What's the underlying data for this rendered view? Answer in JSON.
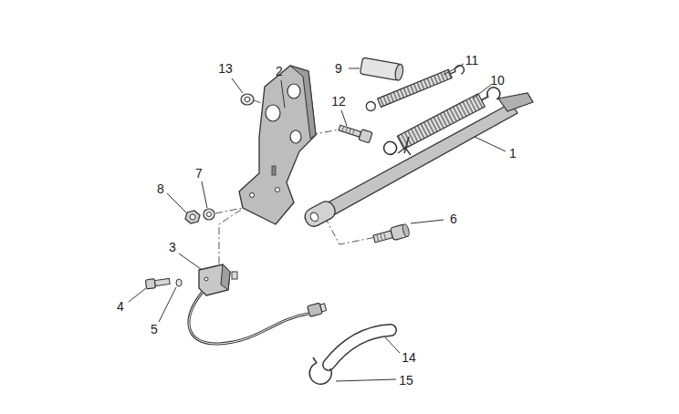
{
  "diagram": {
    "labels": [
      "13",
      "2",
      "9",
      "11",
      "10",
      "12",
      "1",
      "7",
      "8",
      "6",
      "3",
      "4",
      "5",
      "14",
      "15"
    ]
  }
}
